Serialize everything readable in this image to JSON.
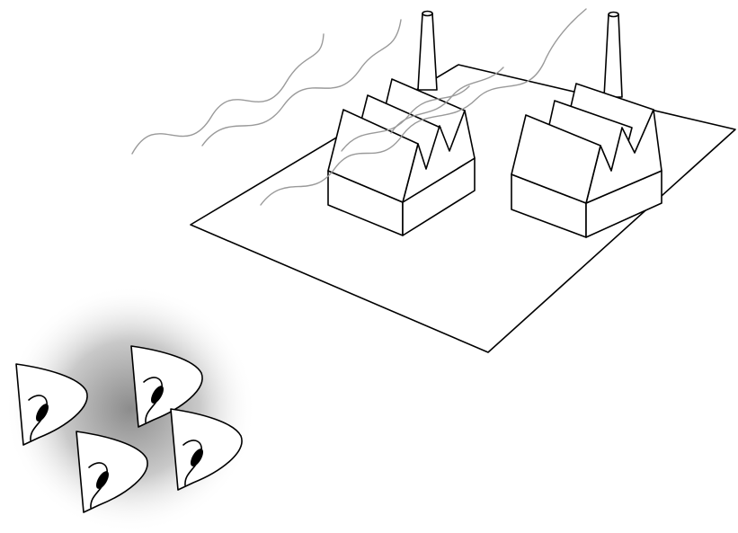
{
  "scene": {
    "colors": {
      "line": "#000000",
      "smoke": "#9a9a9a",
      "background": "#ffffff",
      "cloud_center": "#8c8c8c",
      "cloud_edge": "#ffffff"
    },
    "factories": [
      {
        "name": "factory-left",
        "chimney": true,
        "roof_sections": 3
      },
      {
        "name": "factory-right",
        "chimney": true,
        "roof_sections": 3
      }
    ],
    "smoke_plumes": 5,
    "ears": 4,
    "icons": [
      "factory-icon",
      "chimney-icon",
      "smoke-icon",
      "ear-icon",
      "sound-cloud-icon"
    ]
  }
}
